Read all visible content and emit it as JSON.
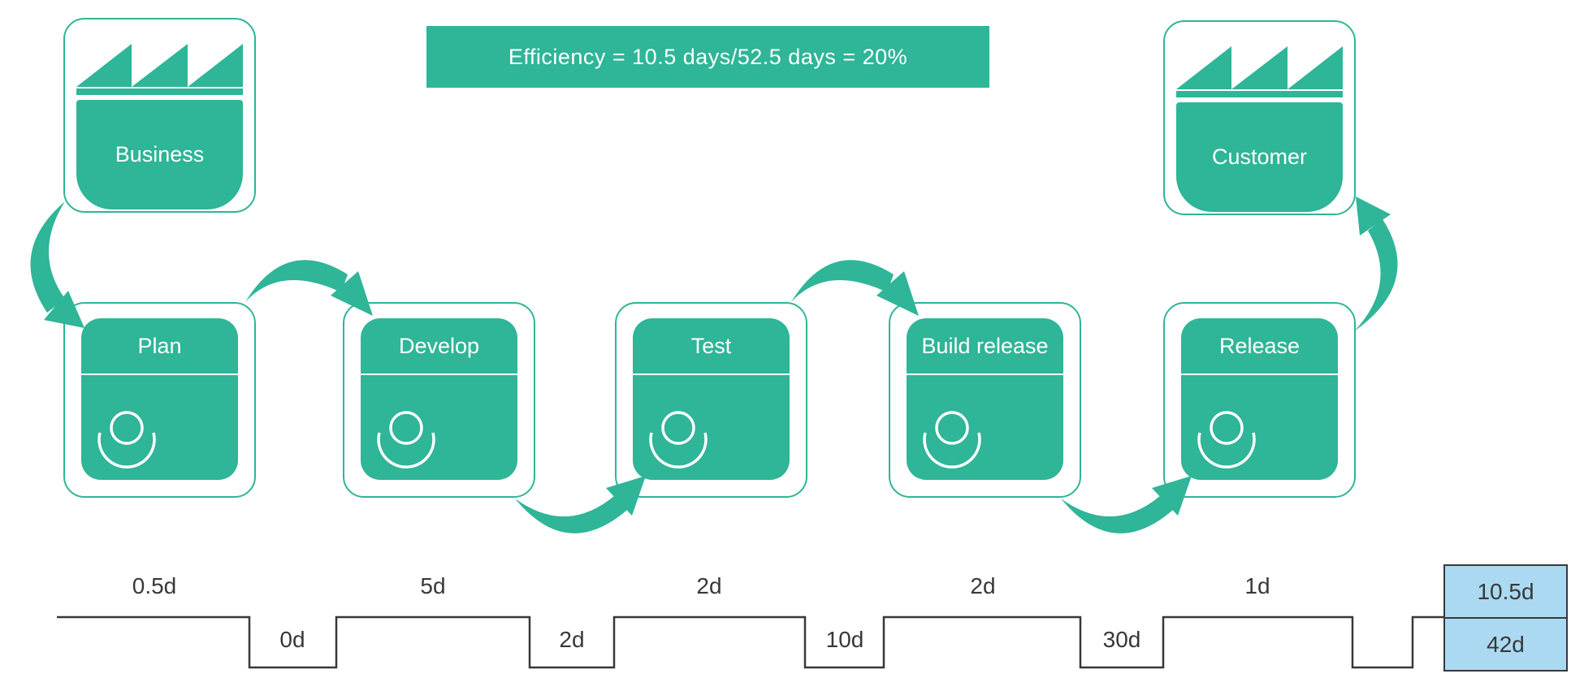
{
  "colors": {
    "teal": "#2FB597",
    "blue_fill": "#ABD9F2",
    "line": "#383838"
  },
  "banner": {
    "text": "Efficiency = 10.5 days/52.5 days = 20%"
  },
  "entities": {
    "source": {
      "label": "Business"
    },
    "sink": {
      "label": "Customer"
    }
  },
  "processes": [
    {
      "label": "Plan"
    },
    {
      "label": "Develop"
    },
    {
      "label": "Test"
    },
    {
      "label": "Build release"
    },
    {
      "label": "Release"
    }
  ],
  "timeline": {
    "process_times": [
      "0.5d",
      "5d",
      "2d",
      "2d",
      "1d"
    ],
    "wait_times": [
      "0d",
      "2d",
      "10d",
      "30d"
    ],
    "totals": {
      "process_time": "10.5d",
      "lead_time": "42d"
    }
  }
}
